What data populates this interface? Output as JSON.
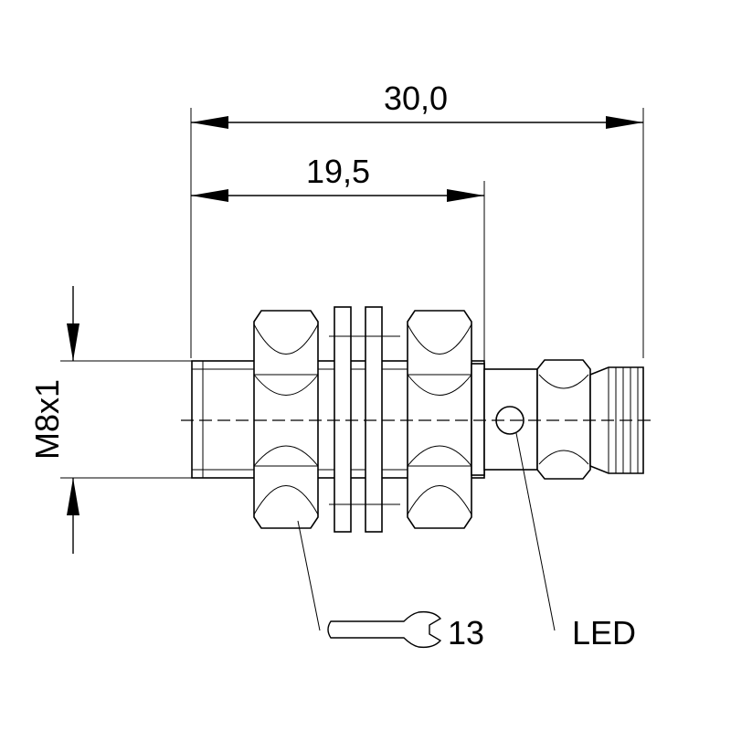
{
  "dimensions": {
    "total_length": "30,0",
    "thread_length": "19,5",
    "thread_size": "M8x1"
  },
  "callouts": {
    "wrench_size": "13",
    "led_label": "LED"
  },
  "icons": {
    "wrench": "wrench-icon"
  }
}
